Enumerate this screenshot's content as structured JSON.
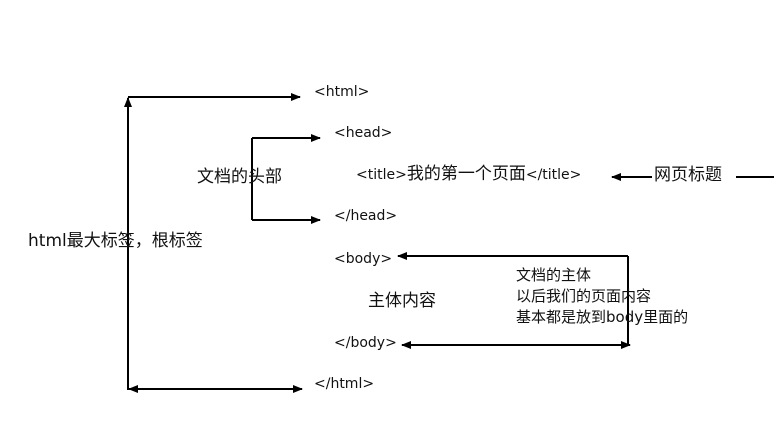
{
  "labels": {
    "html_open": "<html>",
    "html_close": "</html>",
    "head_open": "<head>",
    "head_close": "</head>",
    "title_open": "<title>",
    "title_text": "我的第一个页面",
    "title_close": "</title>",
    "body_open": "<body>",
    "body_close": "</body>"
  },
  "annotations": {
    "html_root": "html最大标签，根标签",
    "head_section": "文档的头部",
    "page_title": "网页标题",
    "body_main": "主体内容",
    "body_note_line1": "文档的主体",
    "body_note_line2": "以后我们的页面内容",
    "body_note_line3": "基本都是放到body里面的"
  },
  "colors": {
    "background": "#ffffff",
    "text": "#111111",
    "arrow": "#000000"
  }
}
